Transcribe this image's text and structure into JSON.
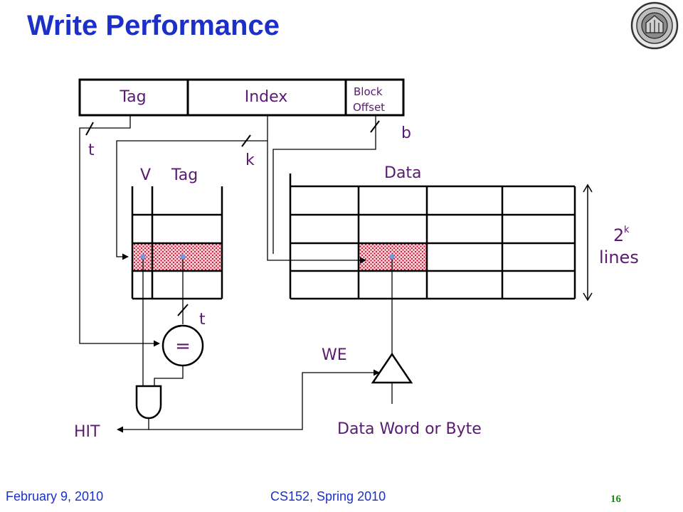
{
  "slide": {
    "title": "Write Performance",
    "footer_date": "February 9, 2010",
    "footer_course": "CS152, Spring 2010",
    "page_number": "16"
  },
  "address": {
    "tag": "Tag",
    "index": "Index",
    "block_offset_line1": "Block",
    "block_offset_line2": "Offset"
  },
  "widths": {
    "tag": "t",
    "index": "k",
    "offset": "b",
    "compare": "t"
  },
  "tag_array": {
    "valid_header": "V",
    "tag_header": "Tag"
  },
  "data_array": {
    "header": "Data",
    "lines_base": "2",
    "lines_exp": "k",
    "lines_word": "lines"
  },
  "logic": {
    "equal": "=",
    "hit": "HIT",
    "write_enable": "WE",
    "input": "Data Word or Byte"
  },
  "colors": {
    "title": "#1c30c8",
    "labels": "#5b1a72",
    "highlight": "#c8102e",
    "page_number": "#1a8a1a"
  }
}
